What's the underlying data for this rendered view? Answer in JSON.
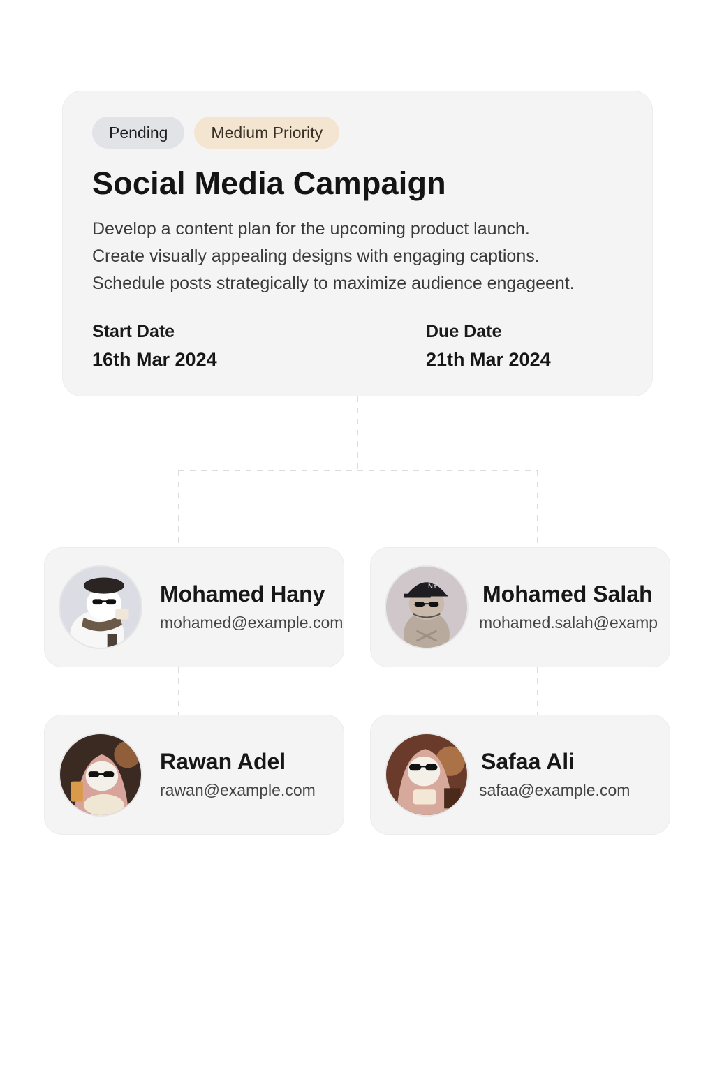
{
  "task": {
    "status_badge": "Pending",
    "priority_badge": "Medium Priority",
    "title": "Social Media Campaign",
    "description_lines": [
      "Develop a content plan for the upcoming product launch.",
      "Create visually appealing designs with engaging captions.",
      "Schedule posts strategically to maximize audience engageent."
    ],
    "start_date_label": "Start Date",
    "start_date_value": "16th Mar 2024",
    "due_date_label": "Due Date",
    "due_date_value": "21th Mar 2024"
  },
  "members": [
    {
      "name": "Mohamed Hany",
      "email": "mohamed@example.com",
      "avatar_icon": "cat-beret-avatar-icon"
    },
    {
      "name": "Mohamed Salah",
      "email": "mohamed.salah@examp",
      "avatar_icon": "cat-cap-avatar-icon"
    },
    {
      "name": "Rawan Adel",
      "email": "rawan@example.com",
      "avatar_icon": "cat-scarf-avatar-icon"
    },
    {
      "name": "Safaa Ali",
      "email": "safaa@example.com",
      "avatar_icon": "cat-scarf-coffee-avatar-icon"
    }
  ],
  "colors": {
    "card_bg": "#f4f4f4",
    "status_badge_bg": "#e2e3e7",
    "priority_badge_bg": "#f3e5d0",
    "connector": "#dcdcdc"
  }
}
